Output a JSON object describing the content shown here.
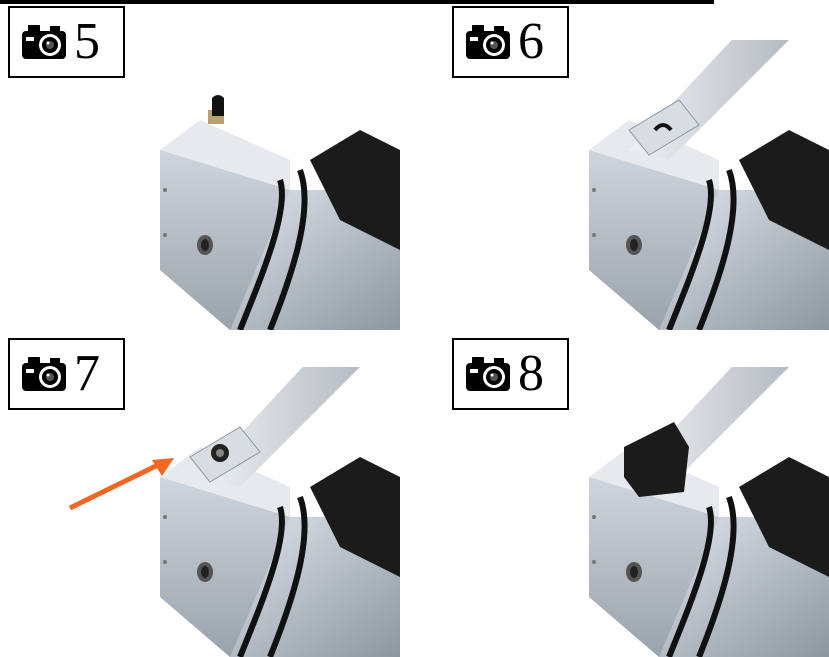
{
  "steps": [
    {
      "number": "5",
      "icon": "camera-icon"
    },
    {
      "number": "6",
      "icon": "camera-icon"
    },
    {
      "number": "7",
      "icon": "camera-icon"
    },
    {
      "number": "8",
      "icon": "camera-icon"
    }
  ],
  "colors": {
    "arrow": "#f26522",
    "metal_light": "#dfe4ea",
    "metal_dark": "#8e969f",
    "black_part": "#1b1b1b"
  }
}
